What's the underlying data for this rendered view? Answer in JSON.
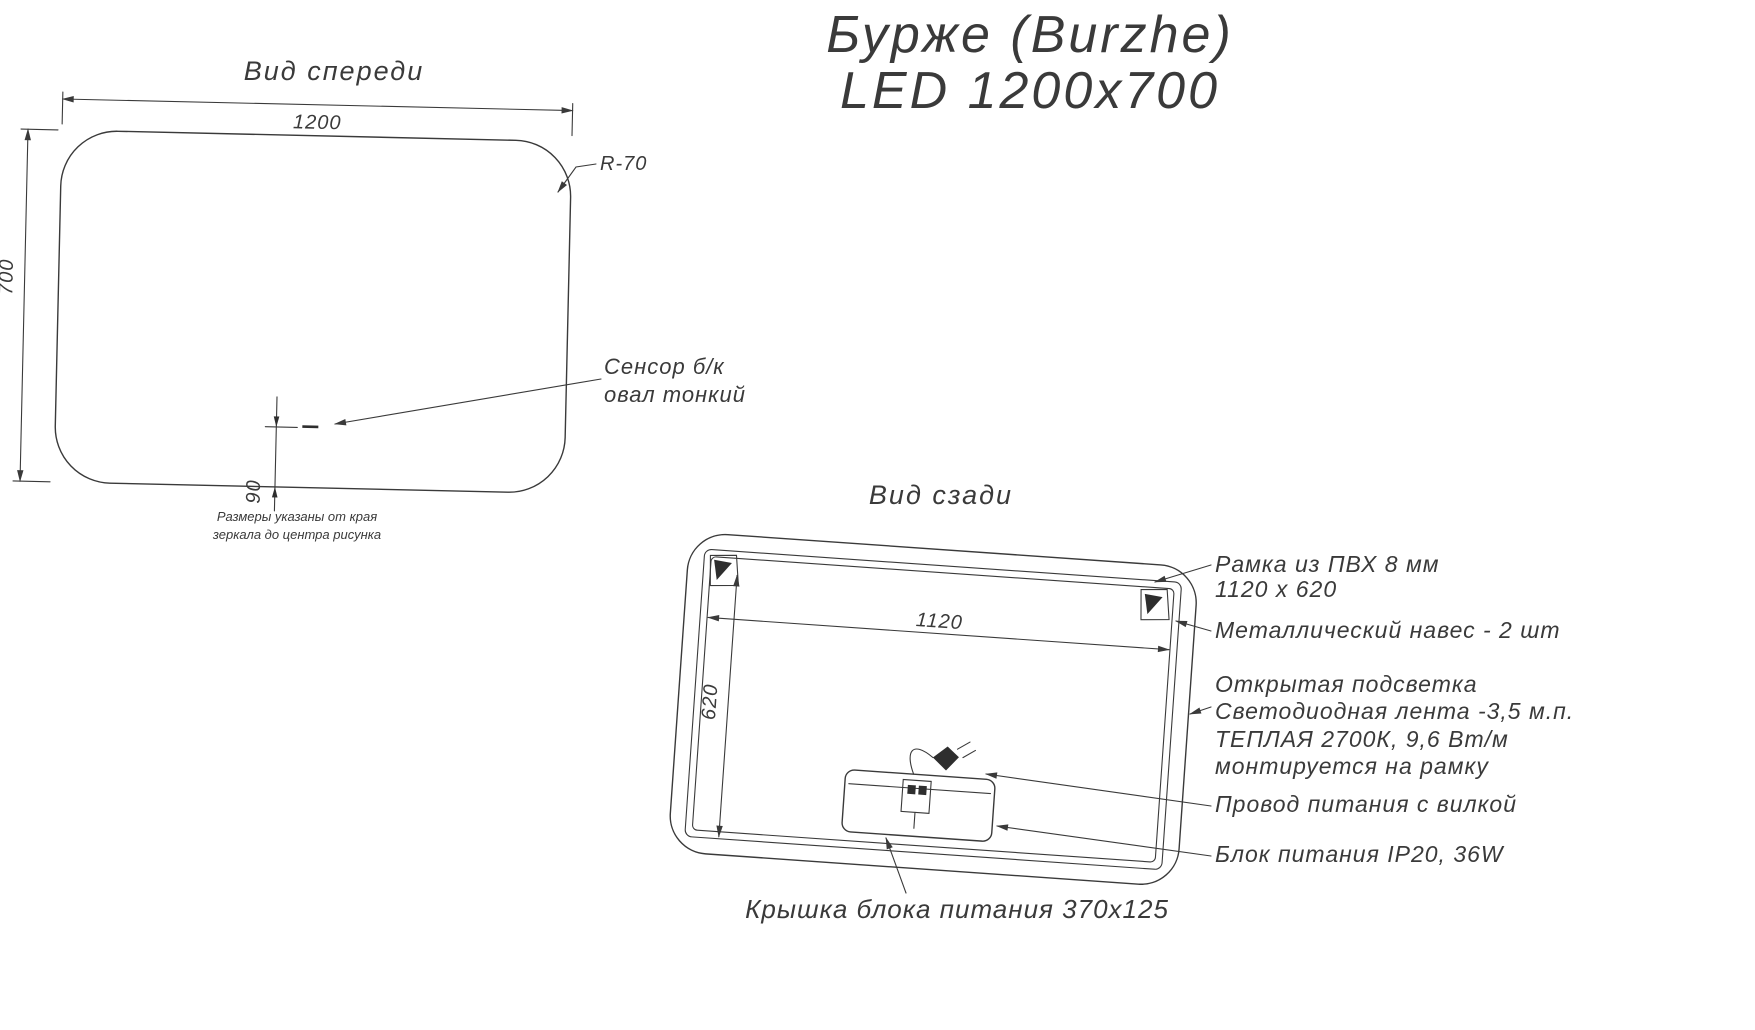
{
  "colors": {
    "ink": "#3a3a3a",
    "background": "#ffffff"
  },
  "title": {
    "line1": "Бурже (Burzhe)",
    "line2": "LED 1200x700"
  },
  "front_view": {
    "label": "Вид спереди",
    "dims": {
      "width": "1200",
      "height": "700",
      "radius": "R-70",
      "sensor_offset": "90"
    },
    "sensor": {
      "line1": "Сенсор б/к",
      "line2": "овал тонкий"
    },
    "note": {
      "line1": "Размеры указаны от края",
      "line2": "зеркала до центра рисунка"
    }
  },
  "back_view": {
    "label": "Вид сзади",
    "dims": {
      "width": "1120",
      "height": "620"
    },
    "callouts": {
      "frame": {
        "line1": "Рамка из ПВХ 8 мм",
        "line2": "1120 x 620"
      },
      "hanger": "Металлический навес - 2 шт",
      "backlight": {
        "line1": "Открытая подсветка",
        "line2": "Светодиодная лента -3,5 м.п.",
        "line3": "ТЕПЛАЯ 2700К, 9,6 Вт/м",
        "line4": "монтируется на рамку"
      },
      "power_cord": "Провод питания с вилкой",
      "power_supply": "Блок питания IP20, 36W",
      "cover": "Крышка блока питания 370x125"
    }
  }
}
